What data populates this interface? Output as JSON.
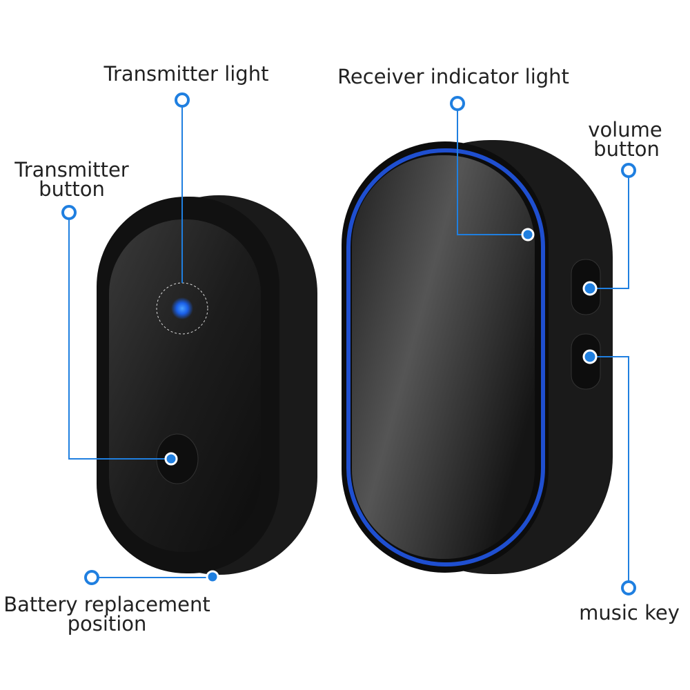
{
  "accent_color": "#1f7fe0",
  "labels": {
    "transmitter_light": "Transmitter light",
    "transmitter_button_1": "Transmitter",
    "transmitter_button_2": "button",
    "battery_1": "Battery replacement",
    "battery_2": "position",
    "receiver_light": "Receiver indicator light",
    "volume_1": "volume",
    "volume_2": "button",
    "music_key": "music key"
  }
}
